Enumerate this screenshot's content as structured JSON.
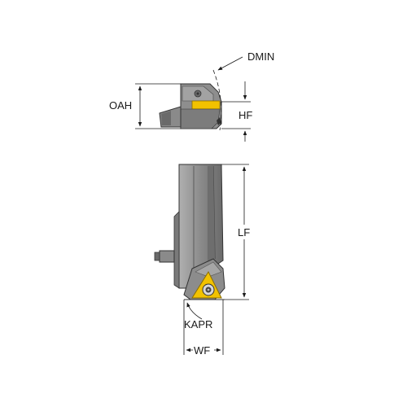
{
  "labels": {
    "dmin": "DMIN",
    "oah": "OAH",
    "hf": "HF",
    "lf": "LF",
    "kapr": "KAPR",
    "wf": "WF"
  },
  "colors": {
    "body": "#8e8e8e",
    "body_dark": "#5e5e5e",
    "body_light": "#b4b4b4",
    "insert": "#f2c200",
    "outline": "#1a1a1a"
  },
  "icons": {
    "top_view": "toolholder-top-view",
    "front_view": "toolholder-front-view",
    "insert": "triangular-insert"
  }
}
